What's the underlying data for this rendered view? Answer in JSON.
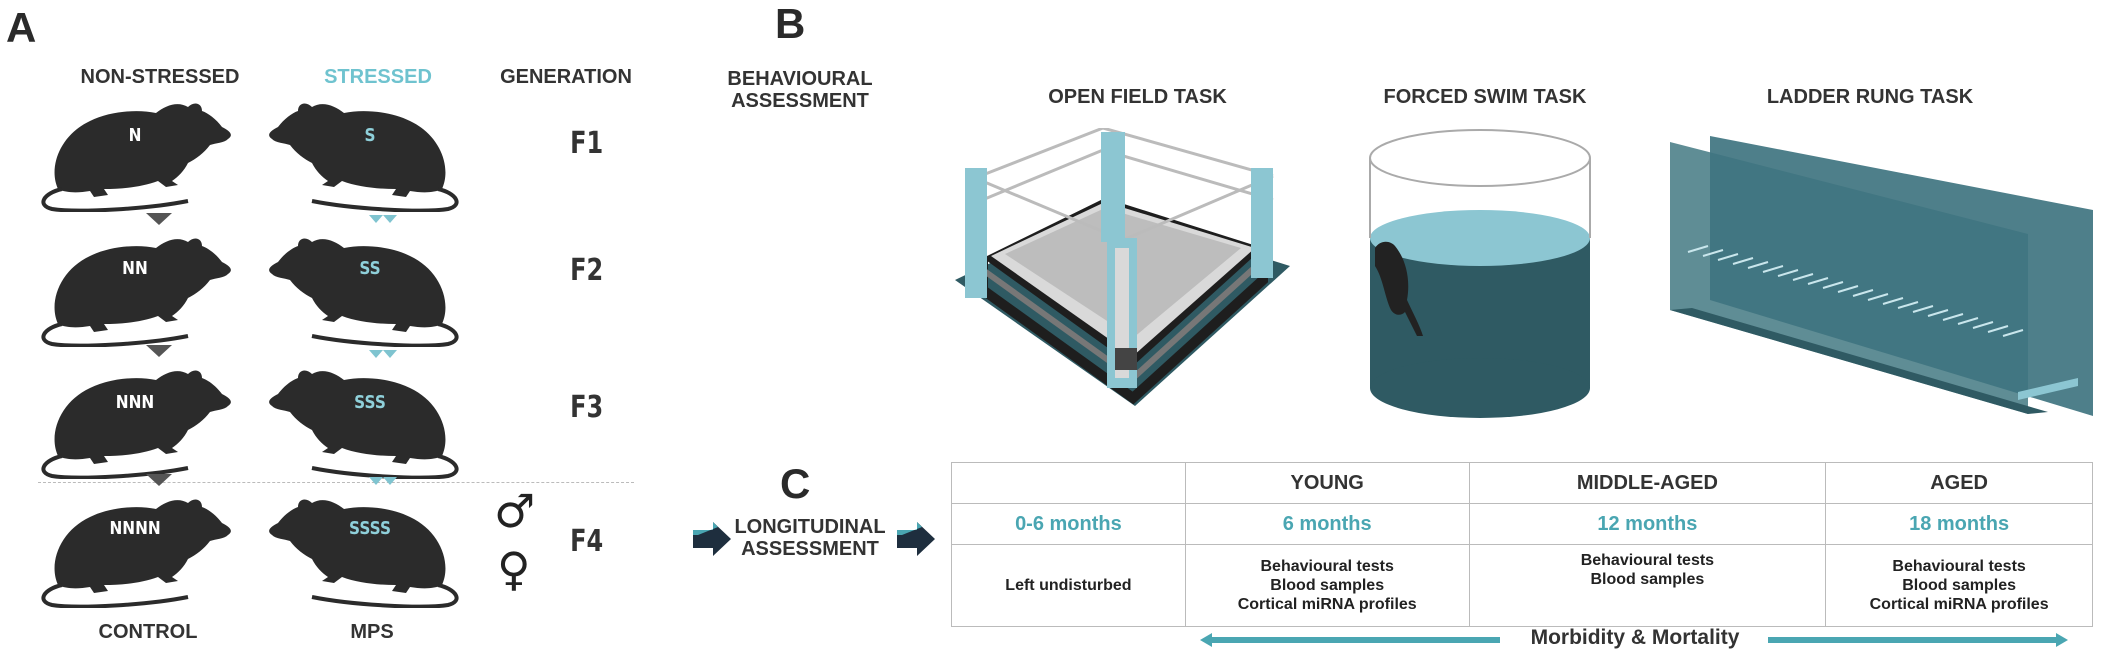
{
  "panels": {
    "a": "A",
    "b": "B",
    "c": "C"
  },
  "panel_a": {
    "headers": {
      "non_stressed": "NON-STRESSED",
      "stressed": "STRESSED",
      "generation": "GENERATION"
    },
    "rows": [
      {
        "control": "N",
        "mps": "S",
        "gen": "F1"
      },
      {
        "control": "NN",
        "mps": "SS",
        "gen": "F2"
      },
      {
        "control": "NNN",
        "mps": "SSS",
        "gen": "F3"
      },
      {
        "control": "NNNN",
        "mps": "SSSS",
        "gen": "F4"
      }
    ],
    "male_symbol": "♂",
    "female_symbol": "♀",
    "footers": {
      "control": "CONTROL",
      "mps": "MPS"
    },
    "colors": {
      "rat": "#2b2b2b",
      "stressed_accent": "#6fc3cf"
    }
  },
  "panel_b": {
    "side_label": [
      "BEHAVIOURAL",
      "ASSESSMENT"
    ],
    "tasks": [
      "OPEN FIELD TASK",
      "FORCED SWIM TASK",
      "LADDER RUNG TASK"
    ],
    "colors": {
      "dark_teal": "#2d5a63",
      "light_blue": "#8cc6d2",
      "water": "#7fb8c6"
    }
  },
  "panel_c": {
    "side_label": [
      "LONGITUDINAL",
      "ASSESSMENT"
    ],
    "stages": [
      "",
      "YOUNG",
      "MIDDLE-AGED",
      "AGED"
    ],
    "ages": [
      "0-6 months",
      "6 months",
      "12 months",
      "18 months"
    ],
    "activities": [
      [
        "Left undisturbed"
      ],
      [
        "Behavioural tests",
        "Blood samples",
        "Cortical miRNA profiles"
      ],
      [
        "Behavioural tests",
        "Blood samples"
      ],
      [
        "Behavioural tests",
        "Blood samples",
        "Cortical miRNA profiles"
      ]
    ],
    "footer": "Morbidity & Mortality",
    "colors": {
      "age_text": "#4aa6b2",
      "arrow": "#4aa6b2"
    }
  }
}
